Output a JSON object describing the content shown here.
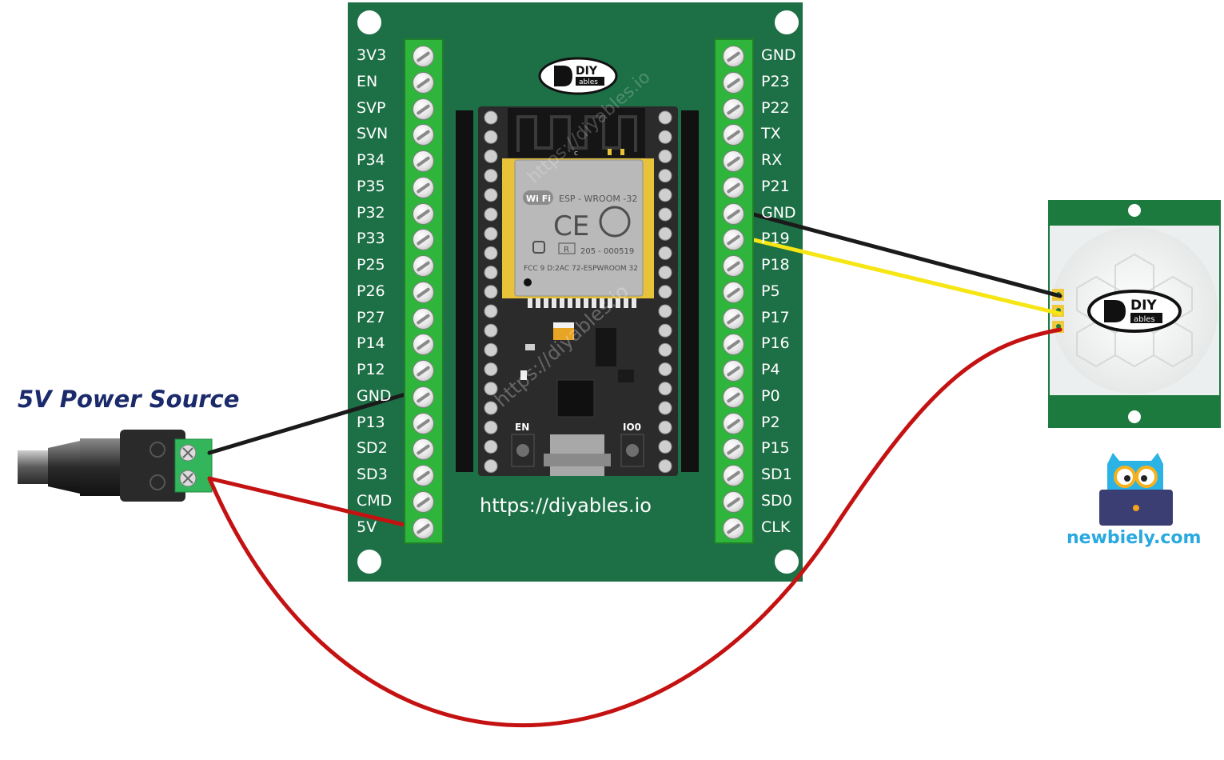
{
  "title": "5V Power Source",
  "board": {
    "url": "https://diyables.io",
    "watermark": "https://diyables.io",
    "logo_text_top": "DIY",
    "logo_text_bottom": "ables",
    "left_pins": [
      "3V3",
      "EN",
      "SVP",
      "SVN",
      "P34",
      "P35",
      "P32",
      "P33",
      "P25",
      "P26",
      "P27",
      "P14",
      "P12",
      "GND",
      "P13",
      "SD2",
      "SD3",
      "CMD",
      "5V"
    ],
    "right_pins": [
      "GND",
      "P23",
      "P22",
      "TX",
      "RX",
      "P21",
      "GND",
      "P19",
      "P18",
      "P5",
      "P17",
      "P16",
      "P4",
      "P0",
      "P2",
      "P15",
      "SD1",
      "SD0",
      "CLK"
    ],
    "module": {
      "name": "ESP - WROOM -32",
      "wifi": "Wi Fi",
      "ce": "CE",
      "cert": "205 - 000519",
      "fcc": "FCC 9 D:2AC 72-ESPWROOM 32",
      "r_mark": "R",
      "c_mark": "c"
    },
    "button_en": "EN",
    "button_io0": "IO0"
  },
  "sensor": {
    "logo_text_top": "DIY",
    "logo_text_bottom": "ables"
  },
  "brand": "newbiely.com",
  "wires": [
    {
      "from": "power-jack-minus",
      "to": "board-GND-left",
      "color": "#1a1a1a"
    },
    {
      "from": "power-jack-plus",
      "to": "board-5V",
      "color": "#c41212"
    },
    {
      "from": "board-GND-right",
      "to": "sensor-GND",
      "color": "#1a1a1a"
    },
    {
      "from": "board-P19",
      "to": "sensor-OUT",
      "color": "#f5e614"
    },
    {
      "from": "power-jack-plus",
      "to": "sensor-VCC",
      "color": "#c41212"
    }
  ],
  "colors": {
    "board_green": "#1d6f46",
    "terminal_green": "#2fb43c",
    "title_blue": "#1b2a6b",
    "brand_blue": "#29a9e0"
  }
}
